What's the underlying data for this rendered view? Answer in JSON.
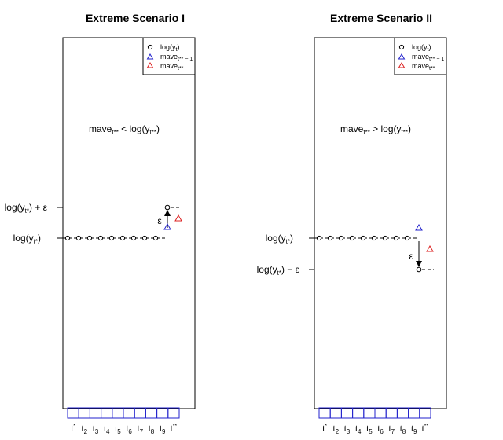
{
  "legend_colors": {
    "log": "#000000",
    "mave_prev": "#2222cc",
    "mave": "#dd2222",
    "bins": "#2222cc"
  },
  "icons": [
    "circle-marker-icon",
    "triangle-marker-icon",
    "arrow-up-icon",
    "arrow-down-icon"
  ],
  "time_labels": [
    {
      "base": "t",
      "sup": "*",
      "sub": ""
    },
    {
      "base": "t",
      "sup": "",
      "sub": "2"
    },
    {
      "base": "t",
      "sup": "",
      "sub": "3"
    },
    {
      "base": "t",
      "sup": "",
      "sub": "4"
    },
    {
      "base": "t",
      "sup": "",
      "sub": "5"
    },
    {
      "base": "t",
      "sup": "",
      "sub": "6"
    },
    {
      "base": "t",
      "sup": "",
      "sub": "7"
    },
    {
      "base": "t",
      "sup": "",
      "sub": "8"
    },
    {
      "base": "t",
      "sup": "",
      "sub": "9"
    },
    {
      "base": "t",
      "sup": "**",
      "sub": ""
    }
  ],
  "panels": [
    {
      "title": "Extreme Scenario I",
      "legend": {
        "log": {
          "main": "log(y",
          "sub": "t",
          "close": ")"
        },
        "mave_prev": {
          "main": "mave",
          "sub": "t** − 1",
          "close": ""
        },
        "mave": {
          "main": "mave",
          "sub": "t**",
          "close": ""
        }
      },
      "relation": {
        "left": "mave",
        "left_sub": "t**",
        "op": " < ",
        "right": "log(y",
        "right_sub": "t**",
        "right_close": ")"
      },
      "ylabels": [
        {
          "main": "log(y",
          "sub": "t*",
          "tail": ") + ε"
        },
        {
          "main": "log(y",
          "sub": "t*",
          "tail": ")"
        }
      ],
      "epsilon": "ε",
      "direction": "up"
    },
    {
      "title": "Extreme Scenario II",
      "legend": {
        "log": {
          "main": "log(y",
          "sub": "t",
          "close": ")"
        },
        "mave_prev": {
          "main": "mave",
          "sub": "t** − 1",
          "close": ""
        },
        "mave": {
          "main": "mave",
          "sub": "t**",
          "close": ""
        }
      },
      "relation": {
        "left": "mave",
        "left_sub": "t**",
        "op": " > ",
        "right": "log(y",
        "right_sub": "t**",
        "right_close": ")"
      },
      "ylabels": [
        {
          "main": "log(y",
          "sub": "t*",
          "tail": ")"
        },
        {
          "main": "log(y",
          "sub": "t*",
          "tail": ") − ε"
        }
      ],
      "epsilon": "ε",
      "direction": "down"
    }
  ]
}
